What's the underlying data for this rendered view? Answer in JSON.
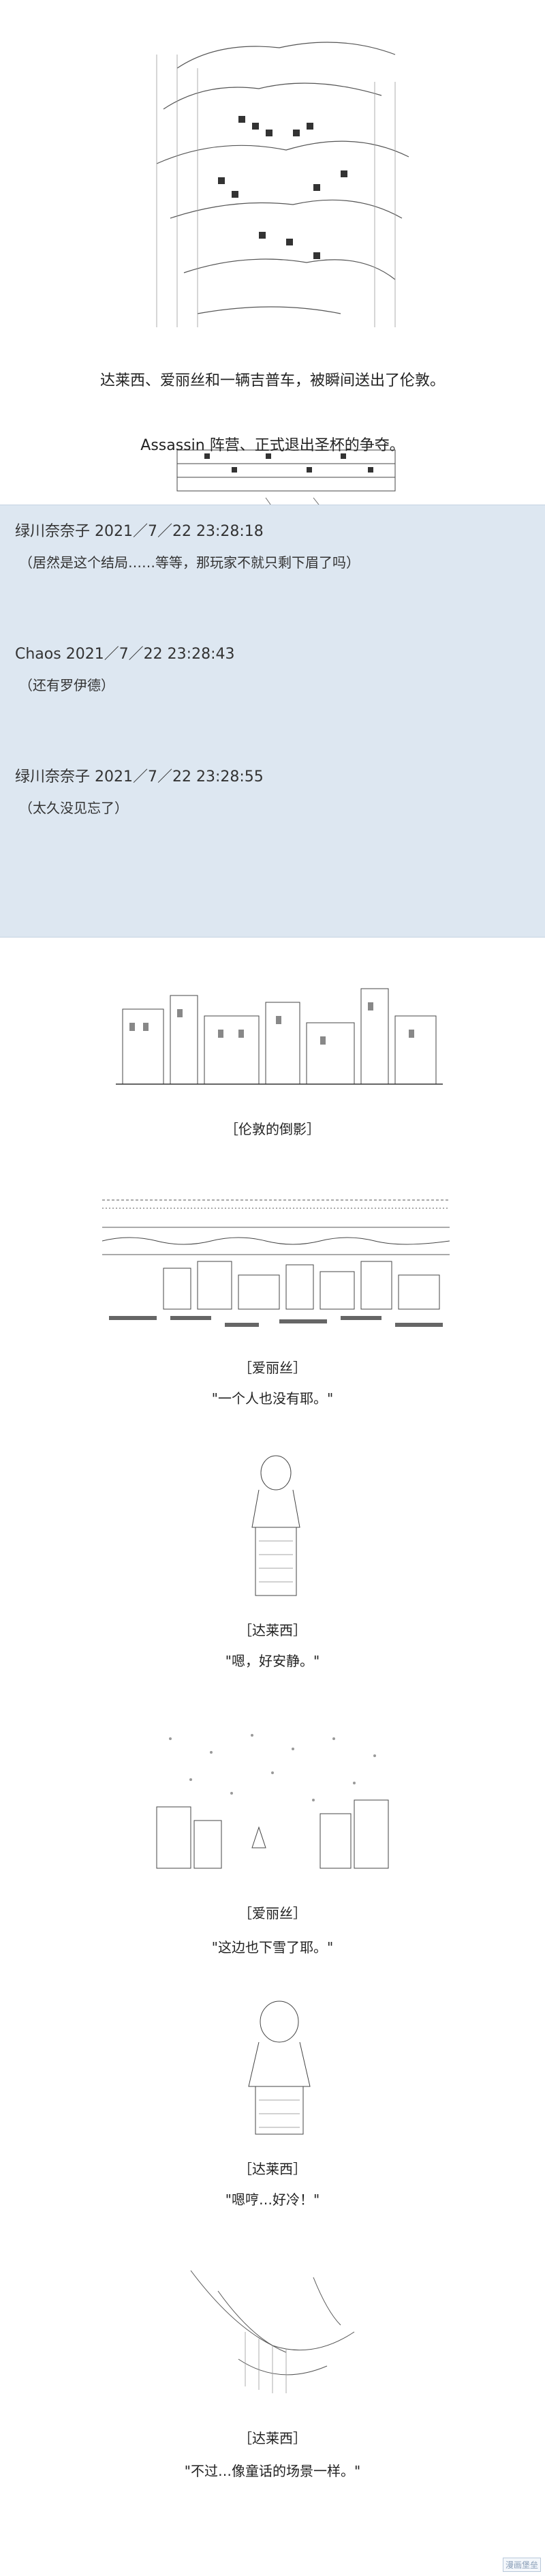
{
  "panel1": {
    "caption": "达莱西、爱丽丝和一辆吉普车，被瞬间送出了伦敦。"
  },
  "panel2": {
    "caption": "Assassin 阵营、正式退出圣杯的争夺。"
  },
  "comments": [
    {
      "author_time": "绿川奈奈子 2021／7／22 23:28:18",
      "text": "（居然是这个结局……等等，那玩家不就只剩下眉了吗）"
    },
    {
      "author_time": "Chaos 2021／7／22 23:28:43",
      "text": "（还有罗伊德）"
    },
    {
      "author_time": "绿川奈奈子 2021／7／22 23:28:55",
      "text": "（太久没见忘了）"
    }
  ],
  "panel3": {
    "caption": "［伦敦的倒影］"
  },
  "panel4": {
    "speaker": "［爱丽丝］",
    "line": "\"一个人也没有耶。\""
  },
  "panel5": {
    "speaker": "［达莱西］",
    "line": "\"嗯，好安静。\""
  },
  "panel6": {
    "speaker": "［爱丽丝］",
    "line": "\"这边也下雪了耶。\""
  },
  "panel7": {
    "speaker": "［达莱西］",
    "line": "\"嗯哼…好冷！\""
  },
  "panel8": {
    "speaker": "［达莱西］",
    "line": "\"不过…像童话的场景一样。\""
  },
  "watermark": "漫画堡垒"
}
